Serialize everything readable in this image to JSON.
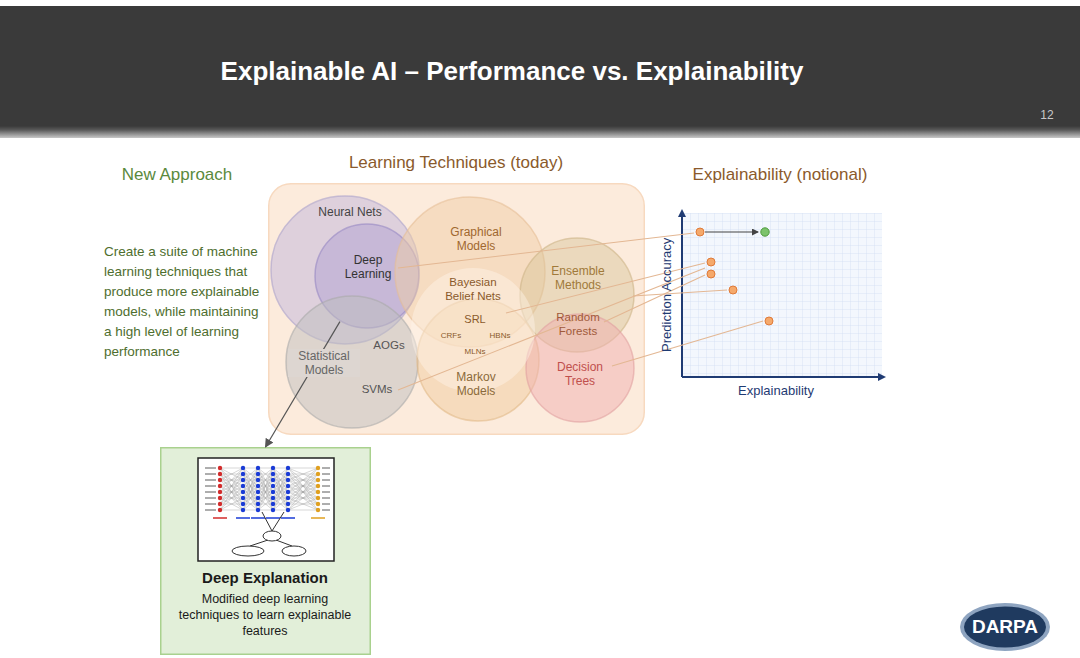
{
  "diagram": {
    "title": "Explainable AI – Performance vs. Explainability",
    "nodes": [
      {
        "text": [
          "Learning Techniques (today)"
        ]
      },
      {
        "text": [
          "Neural Nets"
        ],
        "in": 0
      },
      {
        "text": [
          "Deep Learning"
        ],
        "in": 1
      },
      {
        "text": [
          "Graphical Models"
        ],
        "in": 0
      },
      {
        "text": [
          "Ensemble Methods"
        ],
        "in": 0
      },
      {
        "text": [
          "Statistical Models"
        ],
        "in": 0
      },
      {
        "text": [
          "Markov Models"
        ],
        "in": 0
      },
      {
        "text": [
          "Decision Trees"
        ],
        "in": 0
      },
      {
        "text": [
          "Deep Explanation",
          "Modified deep learning techniques to learn explainable features"
        ]
      }
    ],
    "edges": [
      {
        "from": 2,
        "to": 8,
        "arrow": "to"
      }
    ],
    "labels": [
      "12",
      "New Approach",
      "Create a suite of machine learning techniques that produce more explainable models, while maintaining a high level of learning performance",
      "Bayesian Belief Nets",
      "SRL",
      "CRFs",
      "HBNs",
      "MLNs",
      "Random Forests",
      "AOGs",
      "SVMs",
      "Explainability (notional)",
      "Prediction Accuracy",
      "Explainability",
      "DARPA"
    ]
  }
}
